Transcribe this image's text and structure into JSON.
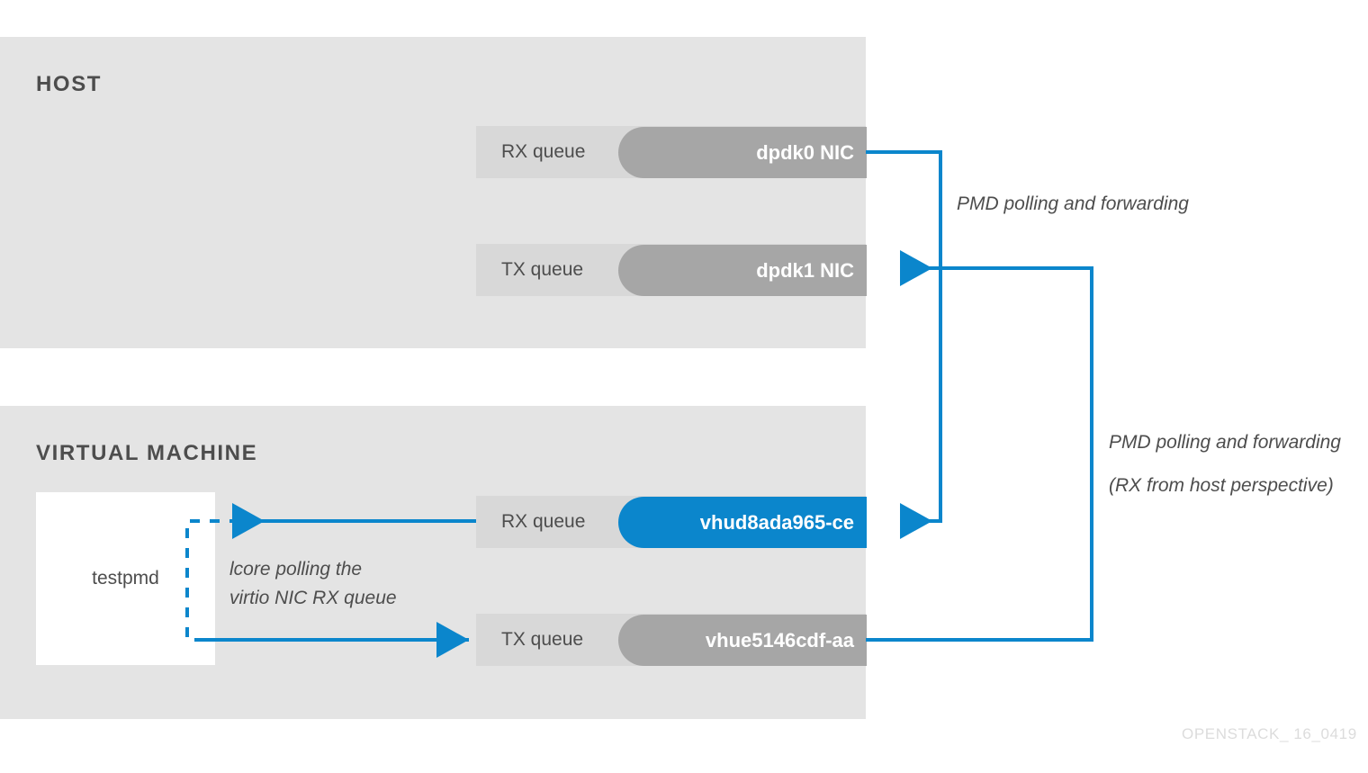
{
  "diagram": {
    "watermark": "OPENSTACK_ 16_0419",
    "accent_blue": "#0b86cc",
    "panel_gray": "#e4e4e4",
    "row_gray": "#d8d8d8",
    "pill_gray": "#a6a6a6",
    "text_gray": "#4d4d4d"
  },
  "host": {
    "title": "HOST",
    "rows": [
      {
        "queue_label": "RX queue",
        "nic_label": "dpdk0 NIC",
        "nic_color": "#a6a6a6"
      },
      {
        "queue_label": "TX queue",
        "nic_label": "dpdk1 NIC",
        "nic_color": "#a6a6a6"
      }
    ]
  },
  "vm": {
    "title": "VIRTUAL MACHINE",
    "app_box_label": "testpmd",
    "rows": [
      {
        "queue_label": "RX queue",
        "nic_label": "vhud8ada965-ce",
        "nic_color": "#0b86cc"
      },
      {
        "queue_label": "TX queue",
        "nic_label": "vhue5146cdf-aa",
        "nic_color": "#a6a6a6"
      }
    ]
  },
  "annotations": {
    "pmd_top": "PMD polling and forwarding",
    "lcore": "lcore polling the\nvirtio NIC RX queue",
    "pmd_right": "PMD polling and forwarding\n(RX from host perspective)"
  }
}
